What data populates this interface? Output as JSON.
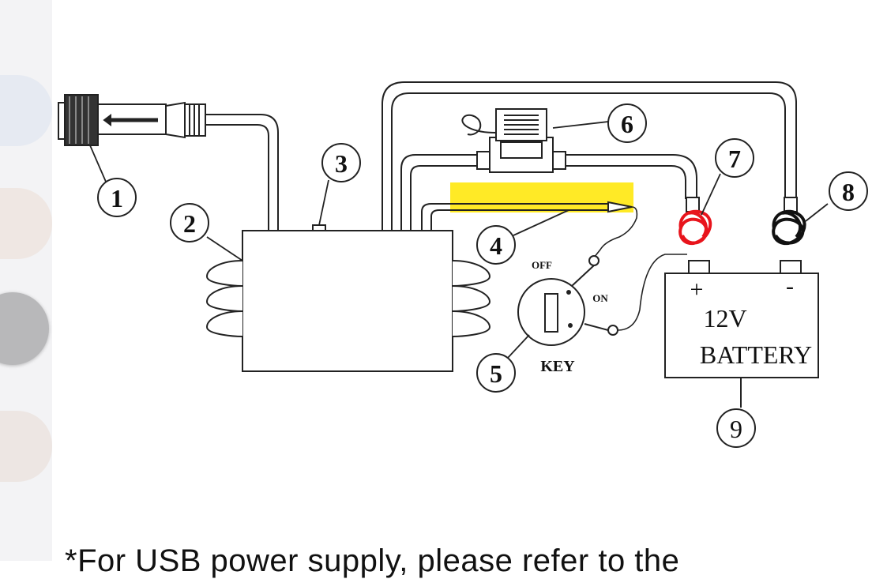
{
  "diagram": {
    "callouts": {
      "c1": "1",
      "c2": "2",
      "c3": "3",
      "c4": "4",
      "c5": "5",
      "c6": "6",
      "c7": "7",
      "c8": "8",
      "c9": "9"
    },
    "switch": {
      "off": "OFF",
      "on": "ON",
      "key": "KEY"
    },
    "battery": {
      "plus": "+",
      "minus": "-",
      "voltage": "12V",
      "label": "BATTERY"
    },
    "colors": {
      "highlight": "#ffe600",
      "positive_scribble": "#e8141c",
      "negative_scribble": "#111111"
    }
  },
  "footer": {
    "text": "*For USB power supply, please refer to the"
  }
}
